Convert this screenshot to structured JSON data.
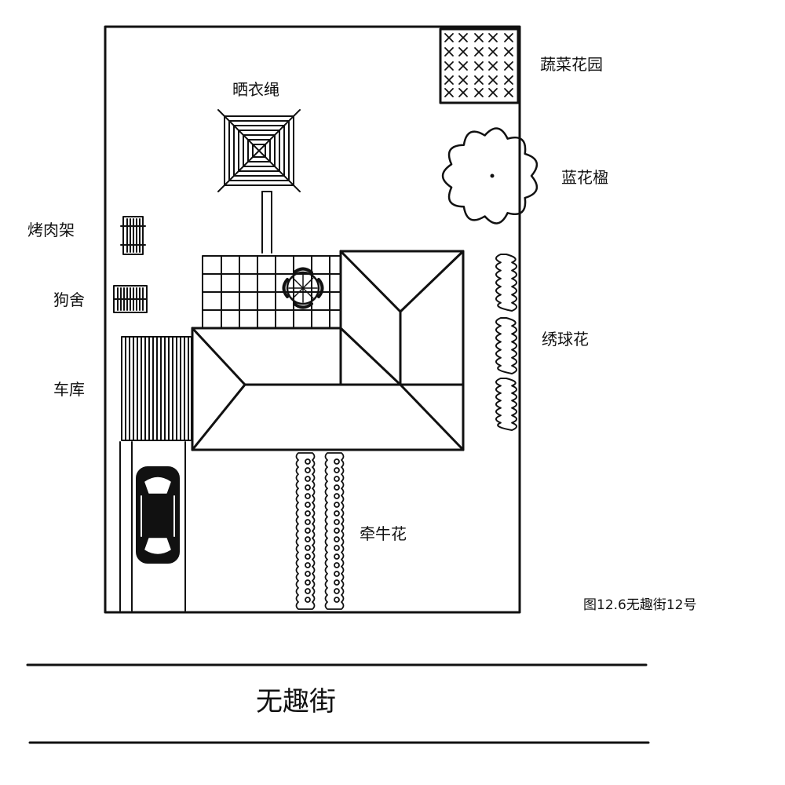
{
  "labels": {
    "vegetable_garden": "蔬菜花园",
    "clothesline": "晒衣绳",
    "hydrangea_blue": "蓝花楹",
    "bbq": "烤肉架",
    "doghouse": "狗舍",
    "hydrangea": "绣球花",
    "garage": "车库",
    "morning_glory": "牵牛花"
  },
  "caption": "图12.6无趣街12号",
  "street_name": "无趣街"
}
